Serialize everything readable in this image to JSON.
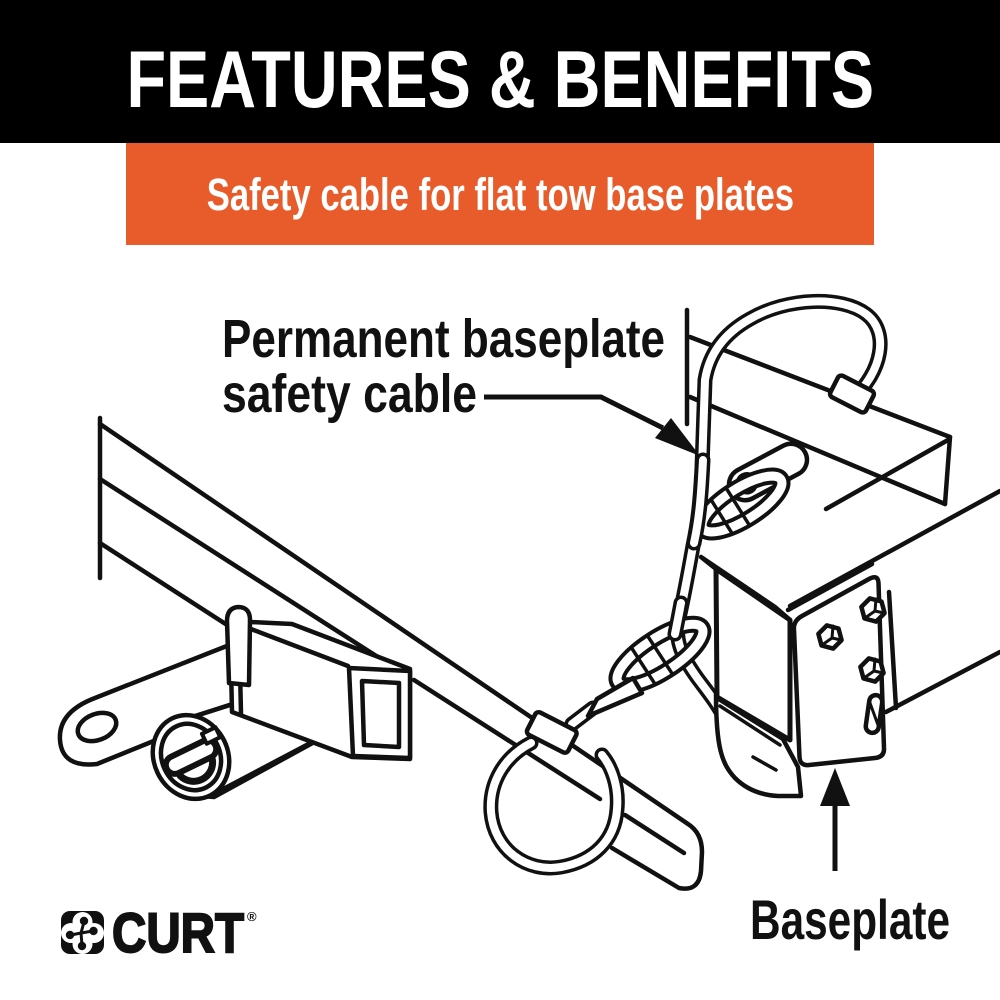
{
  "header": {
    "title": "FEATURES & BENEFITS"
  },
  "banner": {
    "text": "Safety cable for flat tow base plates"
  },
  "diagram": {
    "labels": {
      "callout_line1": "Permanent baseplate",
      "callout_line2": "safety cable",
      "baseplate": "Baseplate"
    },
    "parts": [
      "vehicle-frame-rail",
      "cross-member",
      "receiver-tube",
      "hitch-lock-cylinder",
      "safety-chain-tab",
      "safety-cable-loop",
      "upper-quick-link",
      "lower-quick-link",
      "cable-crimp-stop",
      "cable-ferrule",
      "baseplate-bracket",
      "hex-bolts",
      "mounting-slot"
    ]
  },
  "brand": {
    "name": "CURT",
    "registered": "®"
  },
  "colors": {
    "header_bg": "#000000",
    "banner_bg": "#E85C2B",
    "ink": "#111111",
    "paper": "#FFFFFF",
    "text_on_dark": "#FFFFFF"
  }
}
